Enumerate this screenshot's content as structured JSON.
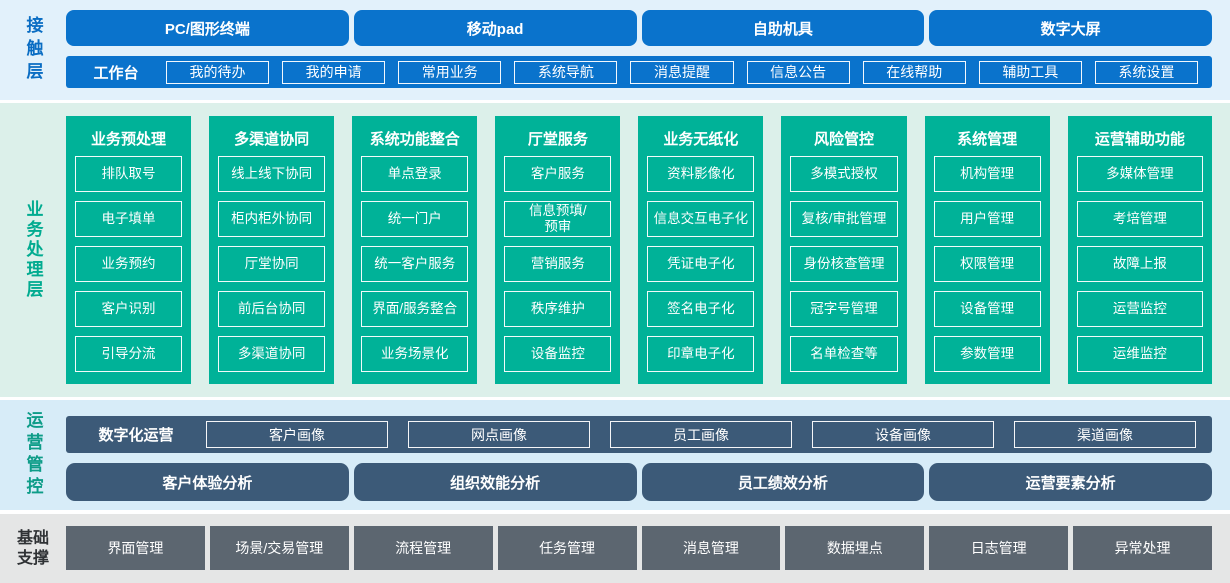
{
  "contact_layer": {
    "label": "接触层",
    "terminals": [
      "PC/图形终端",
      "移动pad",
      "自助机具",
      "数字大屏"
    ],
    "workbench": {
      "label": "工作台",
      "items": [
        "我的待办",
        "我的申请",
        "常用业务",
        "系统导航",
        "消息提醒",
        "信息公告",
        "在线帮助",
        "辅助工具",
        "系统设置"
      ]
    }
  },
  "business_layer": {
    "label": "业务处理层",
    "columns": [
      {
        "title": "业务预处理",
        "items": [
          "排队取号",
          "电子填单",
          "业务预约",
          "客户识别",
          "引导分流"
        ]
      },
      {
        "title": "多渠道协同",
        "items": [
          "线上线下协同",
          "柜内柜外协同",
          "厅堂协同",
          "前后台协同",
          "多渠道协同"
        ]
      },
      {
        "title": "系统功能整合",
        "items": [
          "单点登录",
          "统一门户",
          "统一客户服务",
          "界面/服务整合",
          "业务场景化"
        ]
      },
      {
        "title": "厅堂服务",
        "items": [
          "客户服务",
          "信息预填/\n预审",
          "营销服务",
          "秩序维护",
          "设备监控"
        ]
      },
      {
        "title": "业务无纸化",
        "items": [
          "资料影像化",
          "信息交互电子化",
          "凭证电子化",
          "签名电子化",
          "印章电子化"
        ]
      },
      {
        "title": "风险管控",
        "items": [
          "多模式授权",
          "复核/审批管理",
          "身份核查管理",
          "冠字号管理",
          "名单检查等"
        ]
      },
      {
        "title": "系统管理",
        "items": [
          "机构管理",
          "用户管理",
          "权限管理",
          "设备管理",
          "参数管理"
        ]
      },
      {
        "title": "运营辅助功能",
        "items": [
          "多媒体管理",
          "考培管理",
          "故障上报",
          "运营监控",
          "运维监控"
        ]
      }
    ]
  },
  "operations_layer": {
    "label": "运营管控",
    "digital_ops": {
      "label": "数字化运营",
      "items": [
        "客户画像",
        "网点画像",
        "员工画像",
        "设备画像",
        "渠道画像"
      ]
    },
    "analyses": [
      "客户体验分析",
      "组织效能分析",
      "员工绩效分析",
      "运营要素分析"
    ]
  },
  "foundation_layer": {
    "label": "基础支撑",
    "items": [
      "界面管理",
      "场景/交易管理",
      "流程管理",
      "任务管理",
      "消息管理",
      "数据埋点",
      "日志管理",
      "异常处理"
    ]
  },
  "colors": {
    "accent_blue": "#0a73cc",
    "accent_teal": "#00b298",
    "accent_slate": "#3c5a78",
    "accent_gray": "#5c6670",
    "contact_band_bg": "#e2f1fb",
    "business_band_bg": "#dcf0ea",
    "operations_band_bg": "#d7ecf8",
    "foundation_band_bg": "#e5e6e6",
    "contact_label": "#0a6dc3",
    "business_label": "#00ab90",
    "operations_label": "#0d9c88",
    "foundation_label": "#2f3235",
    "box_text": "#ffffff"
  }
}
